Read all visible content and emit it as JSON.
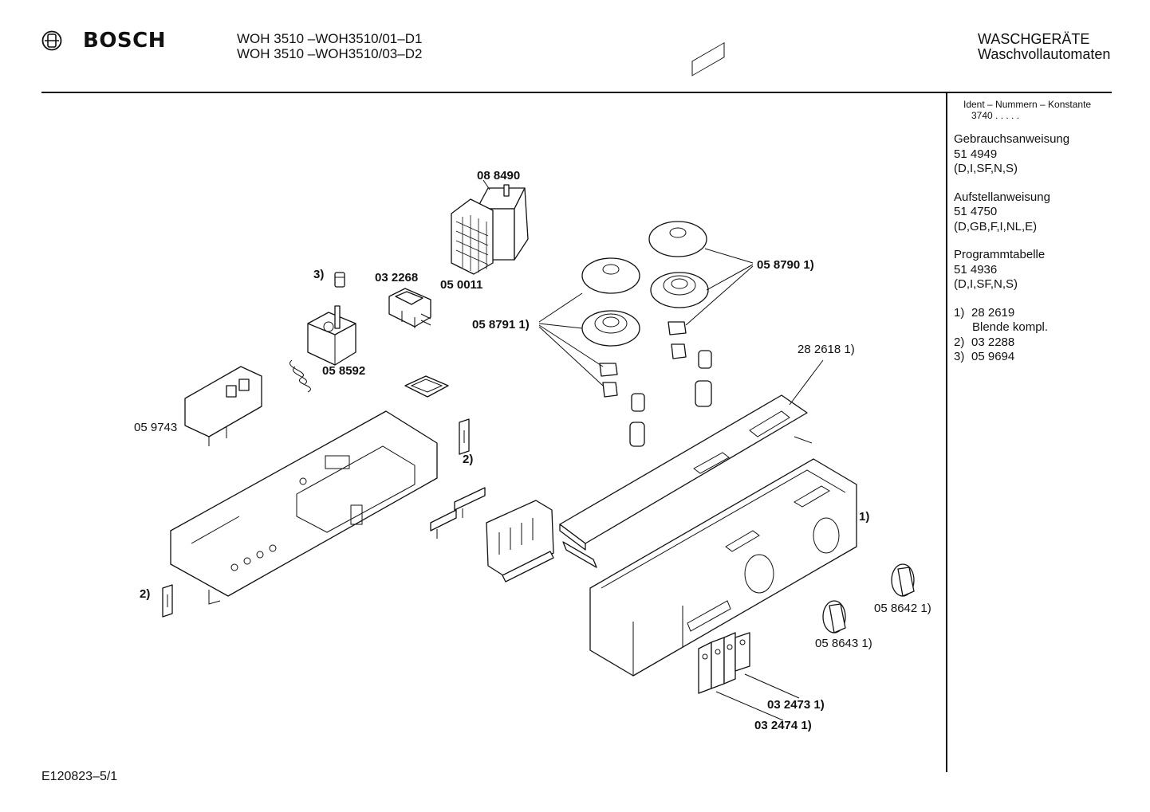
{
  "header": {
    "brand": "BOSCH",
    "models": [
      "WOH 3510 –WOH3510/01–D1",
      "WOH 3510 –WOH3510/03–D2"
    ],
    "category": [
      "WASCHGERÄTE",
      "Waschvollautomaten"
    ]
  },
  "sidebar": {
    "ident_title": "Ident – Nummern – Konstante",
    "ident_value": "3740  .  .   .  .  .",
    "docs": [
      {
        "title": "Gebrauchsanweisung",
        "number": "51 4949",
        "langs": "(D,I,SF,N,S)"
      },
      {
        "title": "Aufstellanweisung",
        "number": "51 4750",
        "langs": "(D,GB,F,I,NL,E)"
      },
      {
        "title": "Programmtabelle",
        "number": "51 4936",
        "langs": "(D,I,SF,N,S)"
      }
    ],
    "notes": [
      {
        "n": "1)",
        "text": "28 2619",
        "sub": "Blende kompl."
      },
      {
        "n": "2)",
        "text": "03 2288"
      },
      {
        "n": "3)",
        "text": "05 9694"
      }
    ]
  },
  "labels": {
    "p088490": "08 8490",
    "p050011": "05 0011",
    "p032268": "03 2268",
    "n3": "3)",
    "p058592": "05 8592",
    "p059743": "05 9743",
    "p058790": "05 8790 1)",
    "p058791": "05 8791 1)",
    "p282618": "28 2618 1)",
    "n2a": "2)",
    "n2b": "2)",
    "n1": "1)",
    "p058642": "05 8642 1)",
    "p058643": "05 8643 1)",
    "p032473": "03 2473  1)",
    "p032474": "03 2474  1)"
  },
  "footer": {
    "code": "E120823–5/1"
  }
}
